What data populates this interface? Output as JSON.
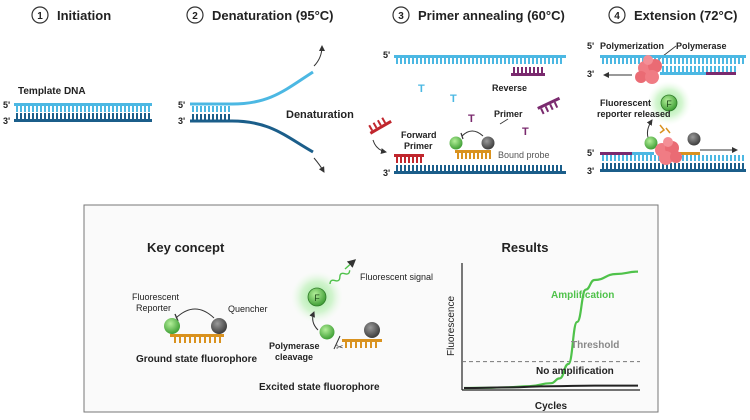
{
  "steps": [
    {
      "num": "1",
      "title": "Initiation"
    },
    {
      "num": "2",
      "title": "Denaturation (95°C)"
    },
    {
      "num": "3",
      "title": "Primer annealing (60°C)"
    },
    {
      "num": "4",
      "title": "Extension (72°C)"
    }
  ],
  "strand_labels": {
    "five": "5'",
    "three": "3'"
  },
  "panel1": {
    "template": "Template DNA"
  },
  "panel2": {
    "denaturation": "Denaturation"
  },
  "panel3": {
    "reverse": "Reverse",
    "primer": "Primer",
    "forward_line1": "Forward",
    "forward_line2": "Primer",
    "bound_probe": "Bound probe"
  },
  "panel4": {
    "polymerization": "Polymerization",
    "polymerase": "Polymerase",
    "reporter_line1": "Fluorescent",
    "reporter_line2": "reporter released",
    "f": "F"
  },
  "key": {
    "title": "Key concept",
    "reporter_line1": "Fluorescent",
    "reporter_line2": "Reporter",
    "quencher": "Quencher",
    "ground": "Ground state fluorophore",
    "signal": "Fluorescent signal",
    "f": "F",
    "cleavage_line1": "Polymerase",
    "cleavage_line2": "cleavage",
    "excited": "Excited state fluorophore"
  },
  "results": {
    "title": "Results",
    "ylabel": "Fluorescence",
    "xlabel": "Cycles",
    "amplification": "Amplification",
    "threshold": "Threshold",
    "no_amplification": "No amplification"
  },
  "colors": {
    "light_strand": "#4cb8e3",
    "dark_strand": "#1b5e8a",
    "primer_red": "#c0262d",
    "primer_purple": "#7a2a6e",
    "probe_orange": "#d9921f",
    "green": "#4fc24a",
    "quencher": "#555555",
    "polymerase": "#f07c84"
  },
  "chart_data": {
    "type": "line",
    "title": "Results",
    "xlabel": "Cycles",
    "ylabel": "Fluorescence",
    "series": [
      {
        "name": "Amplification",
        "x": [
          0,
          5,
          10,
          15,
          20,
          22,
          24,
          26,
          28,
          30,
          35,
          40
        ],
        "y": [
          0,
          0.2,
          0.6,
          1.5,
          4,
          8,
          20,
          55,
          82,
          90,
          95,
          97
        ]
      },
      {
        "name": "No amplification",
        "x": [
          0,
          10,
          20,
          30,
          40
        ],
        "y": [
          0,
          0.5,
          1.5,
          2,
          2
        ]
      }
    ],
    "threshold": {
      "name": "Threshold",
      "y": 22
    },
    "xlim": [
      0,
      40
    ],
    "ylim": [
      0,
      100
    ]
  }
}
